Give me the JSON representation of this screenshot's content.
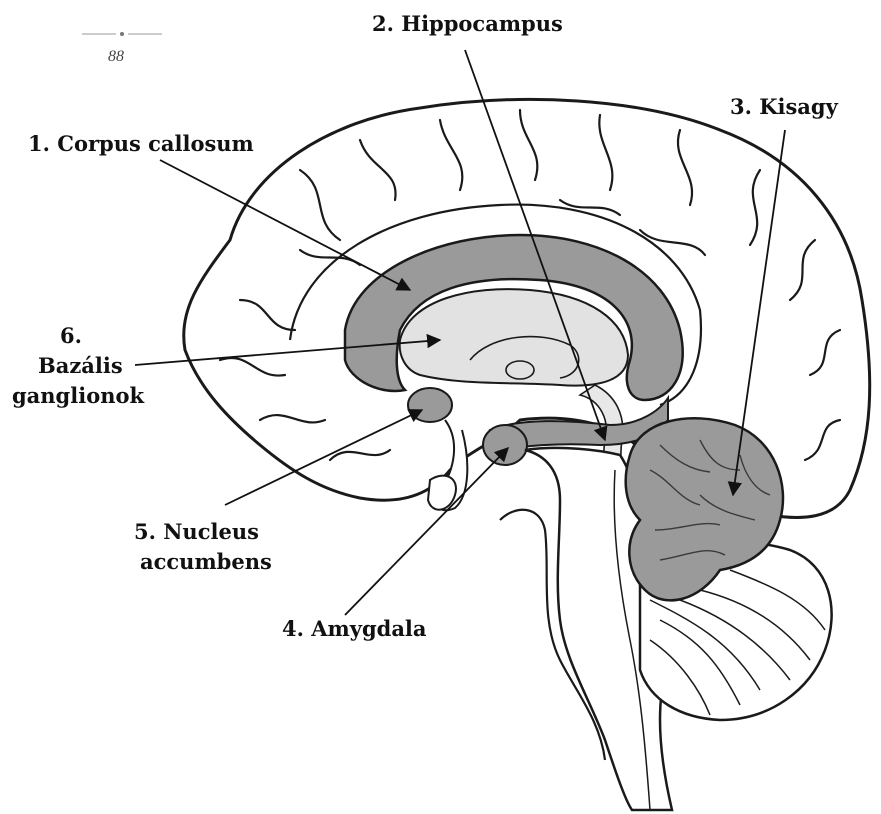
{
  "page": {
    "number": "88"
  },
  "labels": {
    "corpus_callosum": "1. Corpus callosum",
    "hippocampus": "2. Hippocampus",
    "kisagy": "3. Kisagy",
    "amygdala": "4. Amygdala",
    "nucleus_line1": "5. Nucleus",
    "nucleus_line2": "accumbens",
    "bazalis_line1": "6.",
    "bazalis_line2": "Bazális",
    "bazalis_line3": "ganglionok"
  },
  "colors": {
    "outline": "#1a1a1a",
    "highlight_gray": "#9a9a9a",
    "light_gray": "#d4d4d4",
    "background": "#ffffff"
  }
}
